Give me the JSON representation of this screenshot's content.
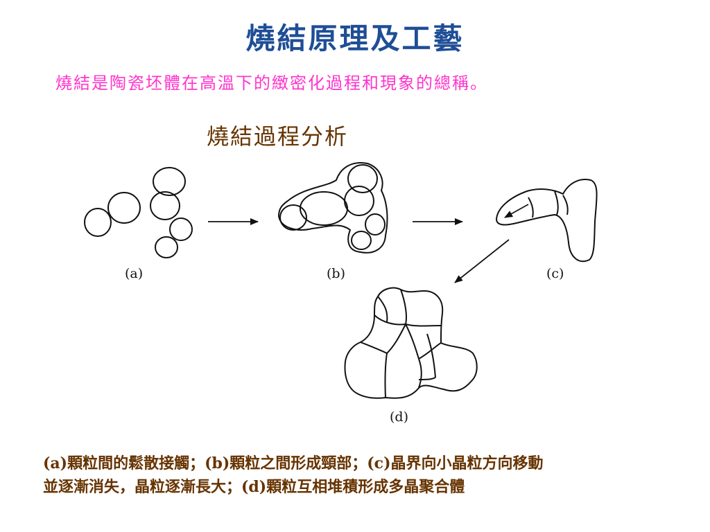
{
  "slide": {
    "title": "燒結原理及工藝",
    "definition": "燒結是陶瓷坯體在高溫下的緻密化過程和現象的總稱。",
    "subtitle": "燒結過程分析",
    "caption_line1": "(a)顆粒間的鬆散接觸；(b)顆粒之間形成頸部；(c)晶界向小晶粒方向移動",
    "caption_line2": "並逐漸消失，晶粒逐漸長大；(d)顆粒互相堆積形成多晶聚合體"
  },
  "diagram": {
    "panel_labels": {
      "a": "(a)",
      "b": "(b)",
      "c": "(c)",
      "d": "(d)"
    }
  },
  "colors": {
    "title": "#1f4e96",
    "definition": "#ff33cc",
    "subtitle": "#663300",
    "caption": "#663300"
  }
}
